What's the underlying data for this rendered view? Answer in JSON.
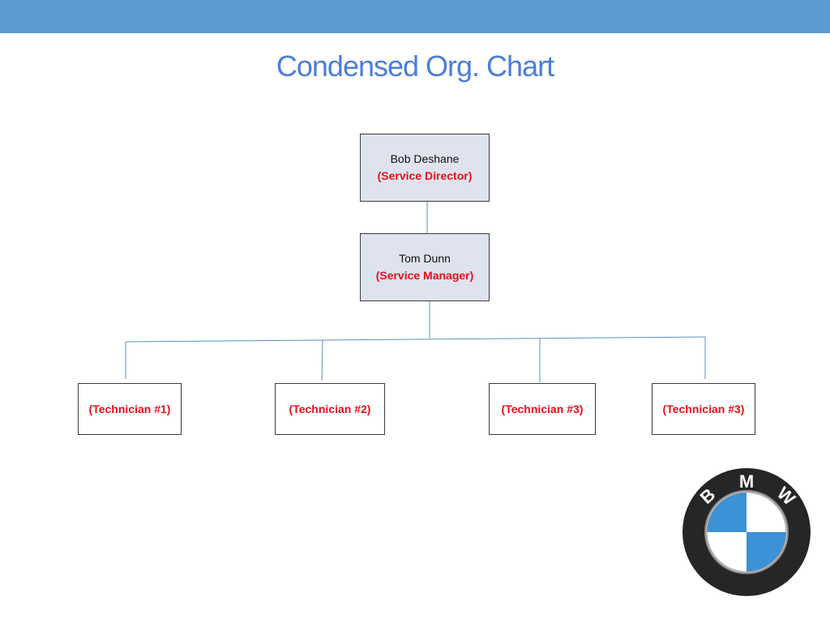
{
  "slide": {
    "title": "Condensed Org. Chart"
  },
  "colors": {
    "header_bar": "#5b9bd3",
    "title": "#4a7fd8",
    "role_text": "#e8101a",
    "connector": "#5a8fc4",
    "exec_box_fill": "#dfe3ee",
    "logo_blue": "#3c92d6",
    "logo_ring": "#262626"
  },
  "org_chart": {
    "director": {
      "name": "Bob Deshane",
      "role": "(Service Director)"
    },
    "manager": {
      "name": "Tom Dunn",
      "role": "(Service Manager)"
    },
    "technicians": [
      {
        "role": "(Technician #1)"
      },
      {
        "role": "(Technician #2)"
      },
      {
        "role": "(Technician #3)"
      },
      {
        "role": "(Technician #3)"
      }
    ]
  },
  "logo": {
    "letters": [
      "B",
      "M",
      "W"
    ],
    "icon": "bmw-roundel"
  }
}
